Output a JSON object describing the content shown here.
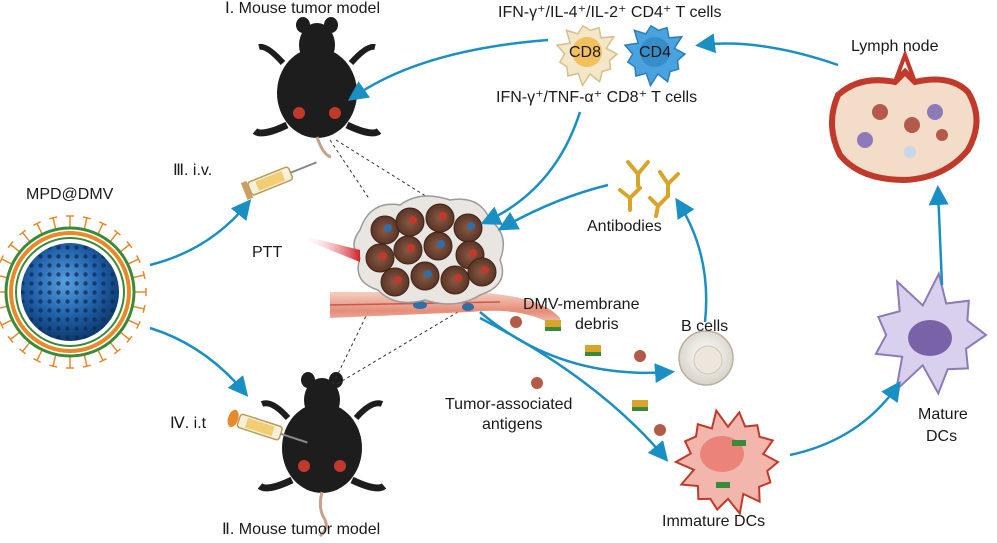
{
  "labels": {
    "mouse_model_top": "Ⅰ. Mouse tumor model",
    "mouse_model_bottom": "Ⅱ. Mouse tumor model",
    "route_iv": "Ⅲ. i.v.",
    "route_it": "Ⅳ. i.t",
    "nanoparticle": "MPD@DMV",
    "ptt": "PTT",
    "cd4_cells": "IFN-γ⁺/IL-4⁺/IL-2⁺ CD4⁺ T cells",
    "cd8_cells": "IFN-γ⁺/TNF-α⁺ CD8⁺ T cells",
    "cd8_tag": "CD8",
    "cd4_tag": "CD4",
    "lymph_node": "Lymph node",
    "antibodies": "Antibodies",
    "debris_line1": "DMV-membrane",
    "debris_line2": "debris",
    "b_cells": "B cells",
    "antigens_line1": "Tumor-associated",
    "antigens_line2": "antigens",
    "immature_dcs": "Immature DCs",
    "mature_line1": "Mature",
    "mature_line2": "DCs"
  },
  "colors": {
    "arrow": "#1a8fc4",
    "mouse": "#1d1d1d",
    "tumor": "#c0392b",
    "nanoparticle_core": "#1f5fa8",
    "membrane_orange": "#e8892a",
    "membrane_green": "#3a8a3a",
    "antibody": "#d9a42a",
    "cd4_cell": "#4aa3df",
    "cd8_cell": "#f3e7c8",
    "dc_purple": "#8c7bb8",
    "immature_dc": "#e8776a",
    "lymph_node": "#c0392b"
  }
}
